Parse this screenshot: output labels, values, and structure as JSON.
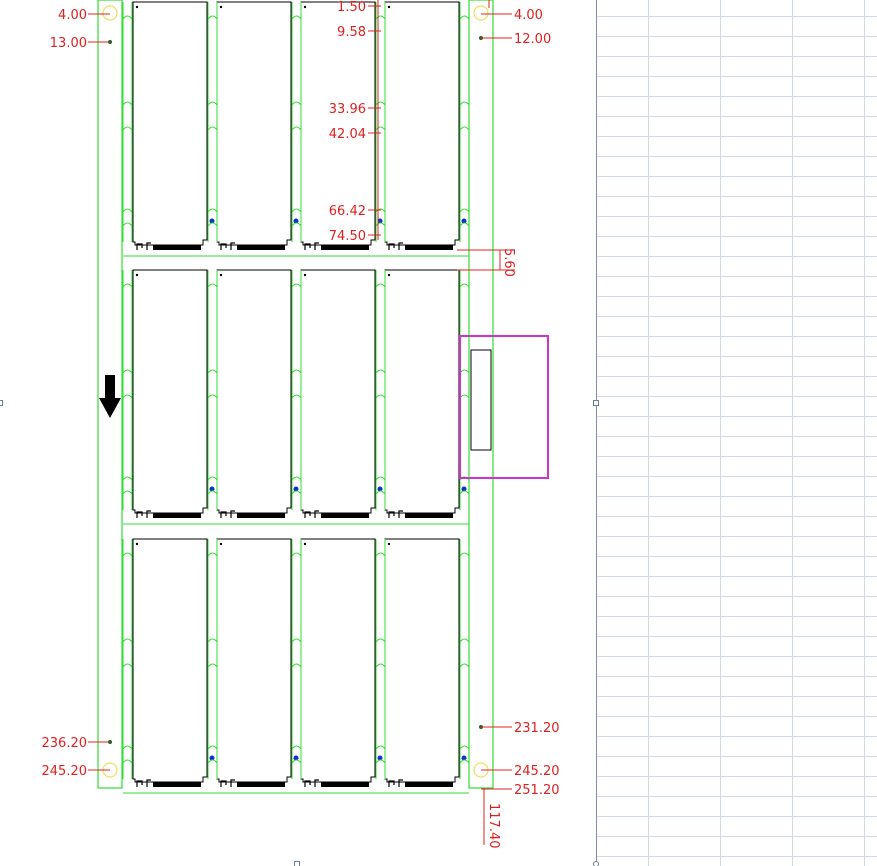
{
  "colors": {
    "outline_green": "#33dd33",
    "dimension_red": "#e02020",
    "selection_magenta": "#cc33cc",
    "part_black": "#000000",
    "hole_blue": "#1030d0",
    "gridline": "#cfd8e3"
  },
  "icons": {
    "feed_direction": "down-arrow-icon"
  },
  "dimensions": {
    "left": [
      "4.00",
      "13.00",
      "236.20",
      "245.20"
    ],
    "center": [
      "1.50",
      "9.58",
      "33.96",
      "42.04",
      "66.42",
      "74.50"
    ],
    "gap": "5.60",
    "right": [
      "4.00",
      "12.00",
      "231.20",
      "245.20",
      "251.20"
    ],
    "bottom_vertical": "117.40"
  }
}
